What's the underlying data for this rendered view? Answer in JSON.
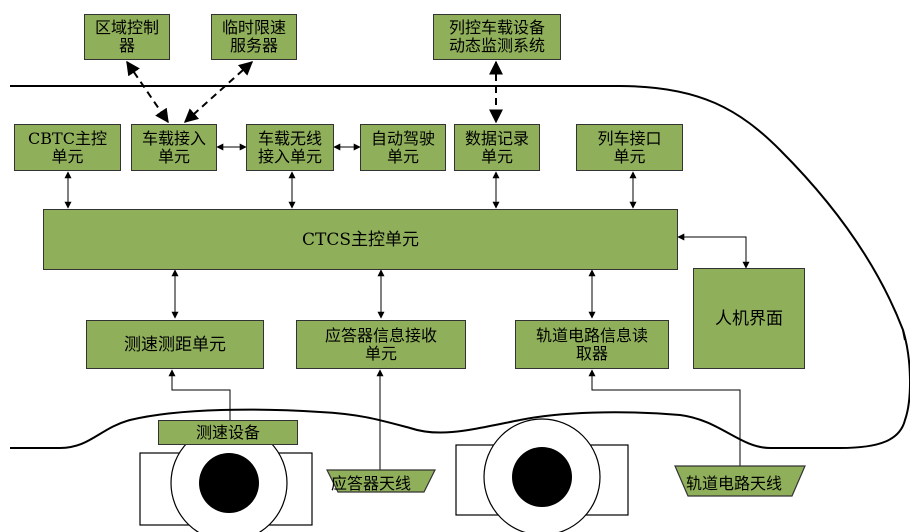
{
  "boxes": {
    "zone_controller": "区域控制\n器",
    "temp_speed_server": "临时限速\n服务器",
    "train_monitor": "列控车载设备\n动态监测系统",
    "cbtc_main": "CBTC主控\n单元",
    "onboard_access": "车载接入\n单元",
    "onboard_wireless": "车载无线\n接入单元",
    "ato": "自动驾驶\n单元",
    "data_recorder": "数据记录\n单元",
    "train_interface": "列车接口\n单元",
    "ctcs_main": "CTCS主控单元",
    "speed_distance": "测速测距单元",
    "balise_receiver": "应答器信息接收\n单元",
    "track_circuit_reader": "轨道电路信息读\n取器",
    "hmi": "人机界面",
    "speed_sensor": "测速设备"
  },
  "antennas": {
    "balise_antenna": "应答器天线",
    "track_antenna": "轨道电路天线"
  },
  "colors": {
    "box_fill": "#8faf5a",
    "line": "#000000"
  }
}
